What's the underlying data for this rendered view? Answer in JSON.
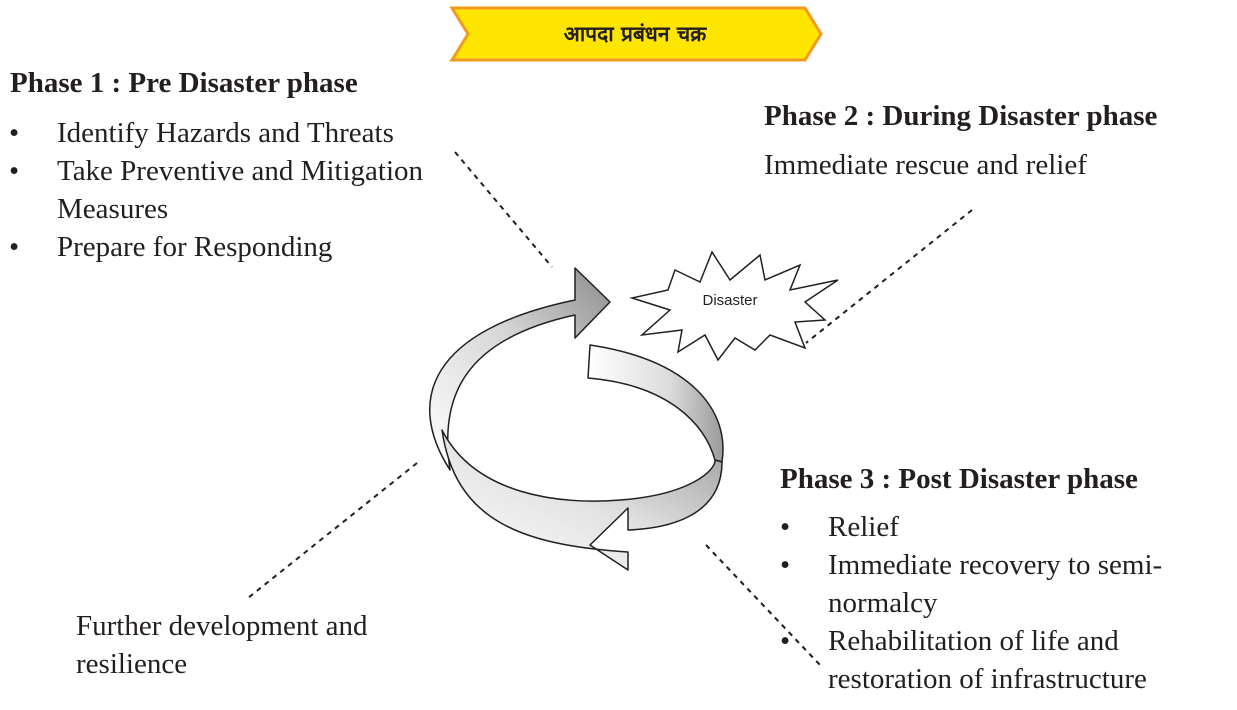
{
  "title": {
    "text": "आपदा प्रबंधन चक्र",
    "fill_color": "#ffe600",
    "border_color": "#f39a1e"
  },
  "phase1": {
    "heading": "Phase 1 : Pre Disaster phase",
    "items": [
      "Identify Hazards and Threats",
      "Take Preventive and Mitigation Measures",
      "Prepare for Responding"
    ]
  },
  "phase2": {
    "heading": "Phase 2 : During Disaster phase",
    "description": "Immediate rescue and relief"
  },
  "phase3": {
    "heading": "Phase 3 : Post Disaster phase",
    "items": [
      "Relief",
      "Immediate recovery to semi-normalcy",
      "Rehabilitation of life and restoration of infrastructure"
    ]
  },
  "further": {
    "text": "Further development and resilience"
  },
  "cycle": {
    "center_label": "Disaster",
    "bullet_char": "•"
  },
  "colors": {
    "text": "#231f20",
    "arrow_light": "#ffffff",
    "arrow_dark": "#8c8c8c"
  },
  "icons": {
    "cycle": "circular-arrows-icon",
    "burst": "starburst-icon"
  }
}
